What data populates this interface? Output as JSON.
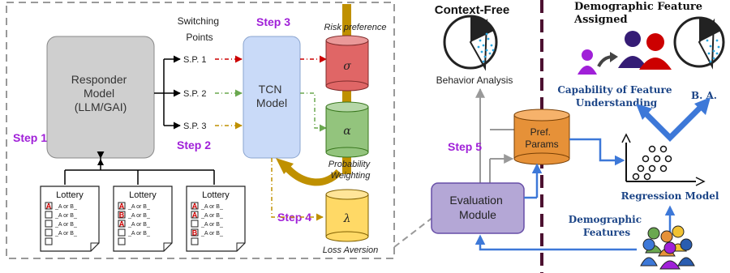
{
  "left_panel": {
    "responder_model": [
      "Responder",
      "Model",
      "(LLM/GAI)"
    ],
    "switching_points_title": [
      "Switching",
      "Points"
    ],
    "switching_points": [
      "S.P. 1",
      "S.P. 2",
      "S.P. 3"
    ],
    "tcn_model": [
      "TCN",
      "Model"
    ],
    "step1": "Step 1",
    "step2": "Step 2",
    "step3": "Step 3",
    "step4": "Step 4",
    "risk_preference": "Risk preference",
    "probability_weighting": [
      "Probability",
      "Weighting"
    ],
    "loss_aversion": "Loss Aversion",
    "params": {
      "sigma": "σ",
      "alpha": "α",
      "lambda": "λ"
    },
    "lottery_cards": [
      {
        "title": "Lottery",
        "marks": [
          "A",
          "",
          "",
          "",
          ""
        ],
        "rows": [
          "_A or B_",
          "_A or B_",
          "_A or B_",
          "_A or B_"
        ]
      },
      {
        "title": "Lottery",
        "marks": [
          "A",
          "B",
          "A",
          "",
          ""
        ],
        "rows": [
          "_A or B_",
          "_A or B_",
          "_A or B_",
          "_A or B_"
        ]
      },
      {
        "title": "Lottery",
        "marks": [
          "A",
          "A",
          "",
          "B",
          ""
        ],
        "rows": [
          "_A or B_",
          "_A or B_",
          "_A or B_",
          "_A or B_"
        ]
      }
    ]
  },
  "right_panel": {
    "context_free": "Context-Free",
    "behavior_analysis": "Behavior Analysis",
    "demographic_feature_assigned": [
      "Demographic Feature",
      "Assigned"
    ],
    "capability": [
      "Capability of Feature",
      "Understanding"
    ],
    "ba": "B. A.",
    "step5": "Step 5",
    "pref_params": [
      "Pref.",
      "Params"
    ],
    "evaluation_module": [
      "Evaluation",
      "Module"
    ],
    "regression_model": "Regression Model",
    "demographic_features": [
      "Demographic",
      "Features"
    ]
  },
  "colors": {
    "step": "#a020d8",
    "responder_fill": "#cfcfcf",
    "tcn_fill": "#c9daf8",
    "sigma_fill": "#e06666",
    "alpha_fill": "#93c47d",
    "lambda_fill": "#ffd966",
    "pref_fill": "#e69138",
    "eval_fill": "#b4a7d6",
    "blue_arrow": "#3d78d8",
    "divider": "#4c1130",
    "gold": "#bf9000"
  }
}
